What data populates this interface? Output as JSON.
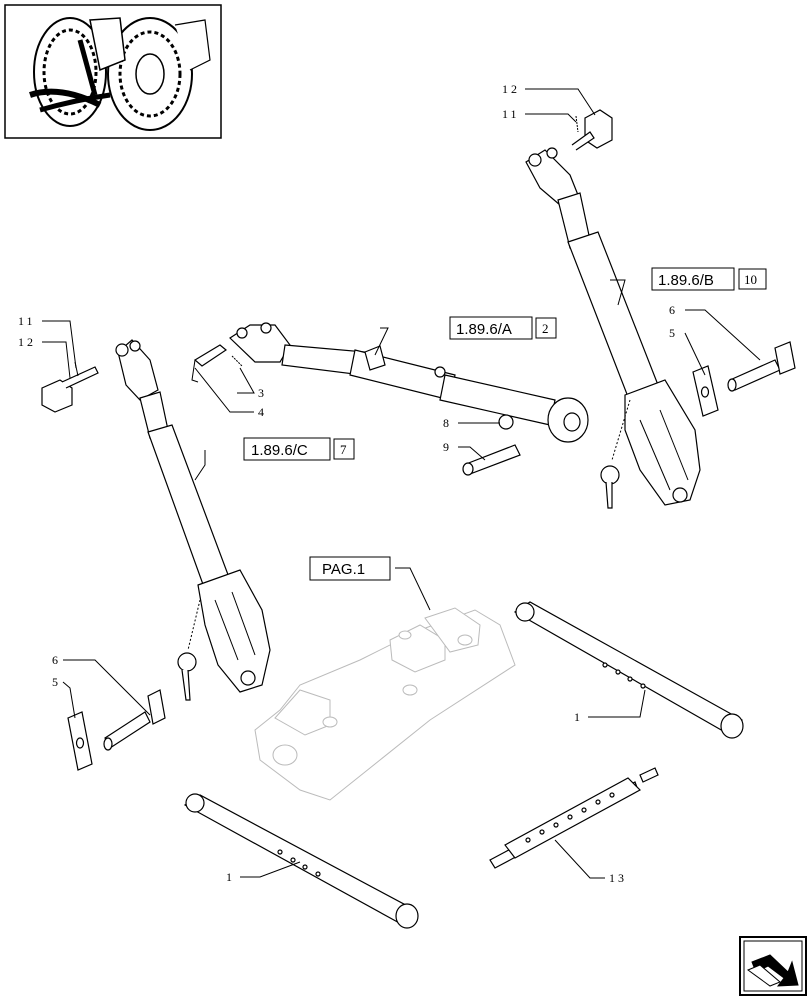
{
  "callouts": {
    "c1a": "1",
    "c1b": "1",
    "c3": "3",
    "c4": "4",
    "c5l": "5",
    "c6l": "6",
    "c5r": "5",
    "c6r": "6",
    "c8": "8",
    "c9": "9",
    "c11l": "11",
    "c12l": "12",
    "c11r": "11",
    "c12r": "12",
    "c13": "13"
  },
  "refs": {
    "a": {
      "code": "1.89.6/A",
      "num": "2"
    },
    "b": {
      "code": "1.89.6/B",
      "num": "10"
    },
    "c": {
      "code": "1.89.6/C",
      "num": "7"
    },
    "pag": "PAG.1"
  },
  "icons": {
    "thumbnail": "tractor-thumbnail-icon",
    "nav": "next-page-arrow-icon"
  }
}
